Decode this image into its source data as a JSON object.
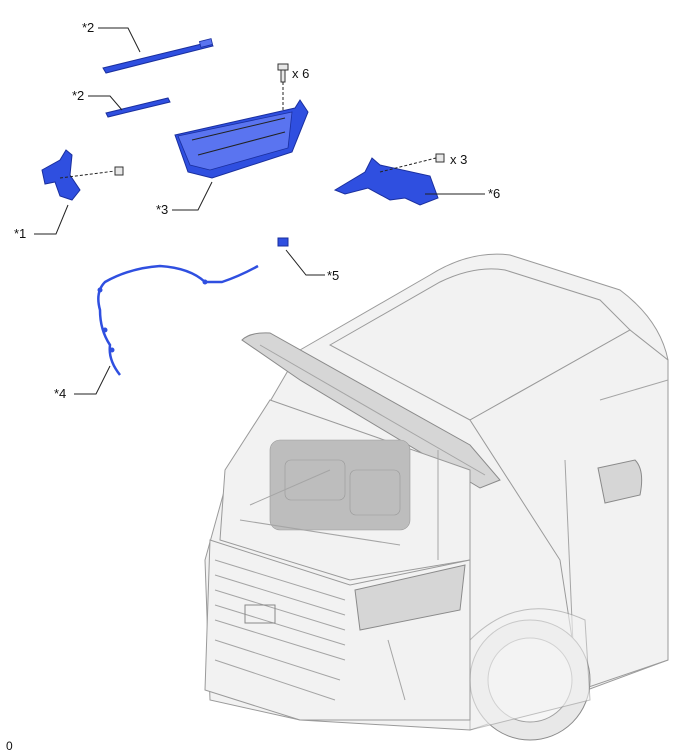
{
  "labels": {
    "part_2_upper": "*2",
    "part_2_lower": "*2",
    "part_1": "*1",
    "part_3": "*3",
    "part_4": "*4",
    "part_5": "*5",
    "part_6": "*6",
    "qty_bolts_3": "x 6",
    "qty_bolts_6": "x 3",
    "corner_mark": "0"
  },
  "colors": {
    "part_fill": "#2f4fe0",
    "part_stroke": "#1a2f9e",
    "vehicle_fill": "#f2f2f2"
  }
}
